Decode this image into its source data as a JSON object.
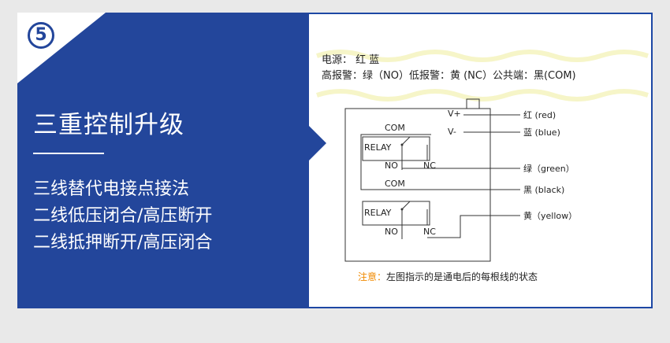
{
  "badge": {
    "number": "5"
  },
  "left_panel": {
    "title": "三重控制升级",
    "lines": [
      "三线替代电接点接法",
      "二线低压闭合/高压断开",
      "二线抵押断开/高压闭合"
    ]
  },
  "diagram": {
    "header_line1": "电源：  红  蓝",
    "header_line2": "高报警：绿（NO）低报警：黄 (NC）公共端：黑(COM)",
    "relay1": {
      "com": "COM",
      "relay": "RELAY",
      "no": "NO",
      "nc": "NC"
    },
    "relay2": {
      "com": "COM",
      "relay": "RELAY",
      "no": "NO",
      "nc": "NC"
    },
    "v_plus": "V+",
    "v_minus": "V-",
    "wires": {
      "red": "红 (red)",
      "blue": "蓝 (blue)",
      "green": "绿（green）",
      "black": "黑 (black)",
      "yellow": "黄（yellow）"
    },
    "note_label": "注意：",
    "note_text": "左图指示的是通电后的每根线的状态"
  },
  "colors": {
    "panel": "#23469b",
    "border": "#1d47a4",
    "note_orange": "#f08a00",
    "watermark": "#f6f5c8"
  }
}
